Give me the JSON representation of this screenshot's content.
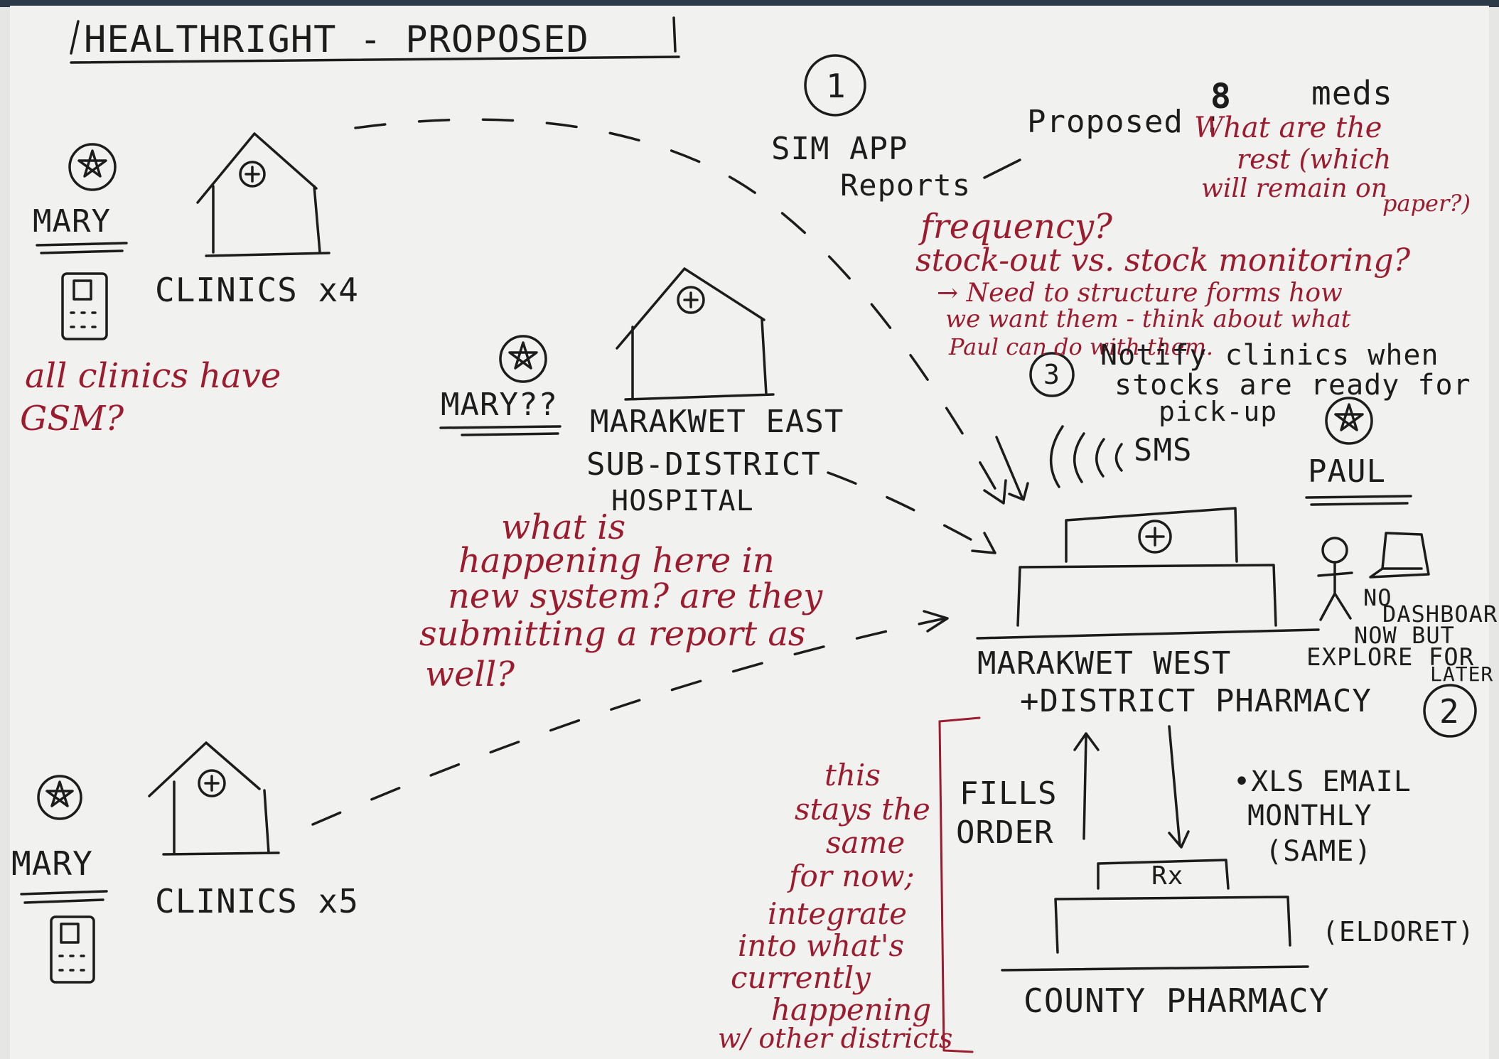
{
  "title": "HEALTHRIGHT - PROPOSED",
  "step_labels": {
    "one": "1",
    "two": "2",
    "three": "3"
  },
  "sim_app": {
    "line1": "SIM APP",
    "line2": "Reports"
  },
  "proposed": {
    "prefix": "Proposed :",
    "value": "8",
    "suffix": "meds"
  },
  "notes": {
    "what_rest": [
      "What are the",
      "rest (which",
      "will remain on",
      "paper?)"
    ],
    "frequency": "frequency?",
    "stock_out": "stock-out vs. stock monitoring?",
    "structure": [
      "→ Need to structure forms how",
      "we want them - think about what",
      "Paul can do with them."
    ],
    "all_clinics": [
      "all clinics have",
      "GSM?"
    ],
    "what_is_happening": [
      "what is",
      "happening here in",
      "new system? are they",
      "submitting a report as",
      "well?"
    ],
    "stays_same": [
      "this",
      "stays the",
      "same",
      "for now;",
      "integrate",
      "into what's",
      "currently",
      "happening",
      "w/ other districts"
    ]
  },
  "notify": [
    "Notify clinics when",
    "stocks are ready for",
    "pick-up"
  ],
  "sms": "SMS",
  "people": {
    "mary_top": "MARY",
    "mary_mid": "MARY??",
    "mary_bottom": "MARY",
    "paul": "PAUL"
  },
  "clinics_top": "CLINICS x4",
  "clinics_bottom": "CLINICS x5",
  "sub_district": [
    "MARAKWET EAST",
    "SUB-DISTRICT",
    "HOSPITAL"
  ],
  "district_pharmacy": [
    "MARAKWET WEST",
    "+DISTRICT PHARMACY"
  ],
  "no_dashboard": [
    "NO",
    "DASHBOARD",
    "NOW BUT",
    "EXPLORE FOR",
    "LATER"
  ],
  "fills_order": [
    "FILLS",
    "ORDER"
  ],
  "xls_email": [
    "•XLS EMAIL",
    "MONTHLY",
    "(SAME)"
  ],
  "rx": "Rx",
  "eldoret": "(ELDORET)",
  "county_pharmacy": "COUNTY PHARMACY",
  "colors": {
    "ink": "#1c1c1c",
    "red_ink": "#9b1c2e",
    "paper": "#f1f1ef"
  }
}
